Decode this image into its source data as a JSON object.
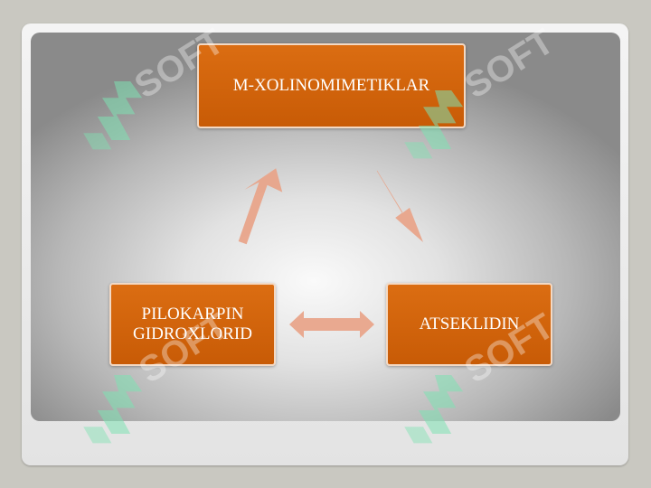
{
  "diagram": {
    "nodes": {
      "top": "M-XOLINOMIMETIKLAR",
      "left": "PILOKARPIN\nGIDROXLORID",
      "right": "ATSEKLIDIN"
    },
    "colors": {
      "node_fill": "#d4650c",
      "node_border": "#f3d9c4",
      "arrow_fill": "#e8a388",
      "watermark": "#7ee2b2"
    },
    "watermark_icon": "soft-logo-watermark"
  }
}
